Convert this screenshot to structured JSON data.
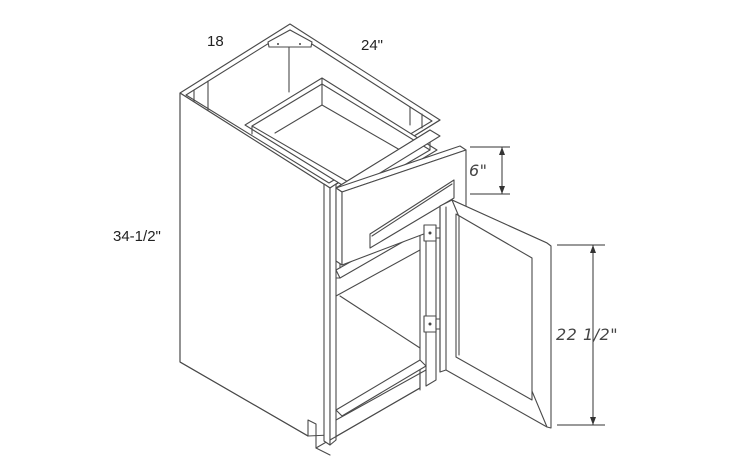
{
  "diagram": {
    "subject": "Base cabinet with one drawer and one door",
    "dimensions": {
      "depth": "18",
      "width": "24\"",
      "height": "34-1/2\"",
      "drawer_height": "6\"",
      "door_height": "22 1/2\""
    },
    "colors": {
      "line": "#4a4a4a",
      "background": "#ffffff",
      "text": "#222222"
    }
  }
}
